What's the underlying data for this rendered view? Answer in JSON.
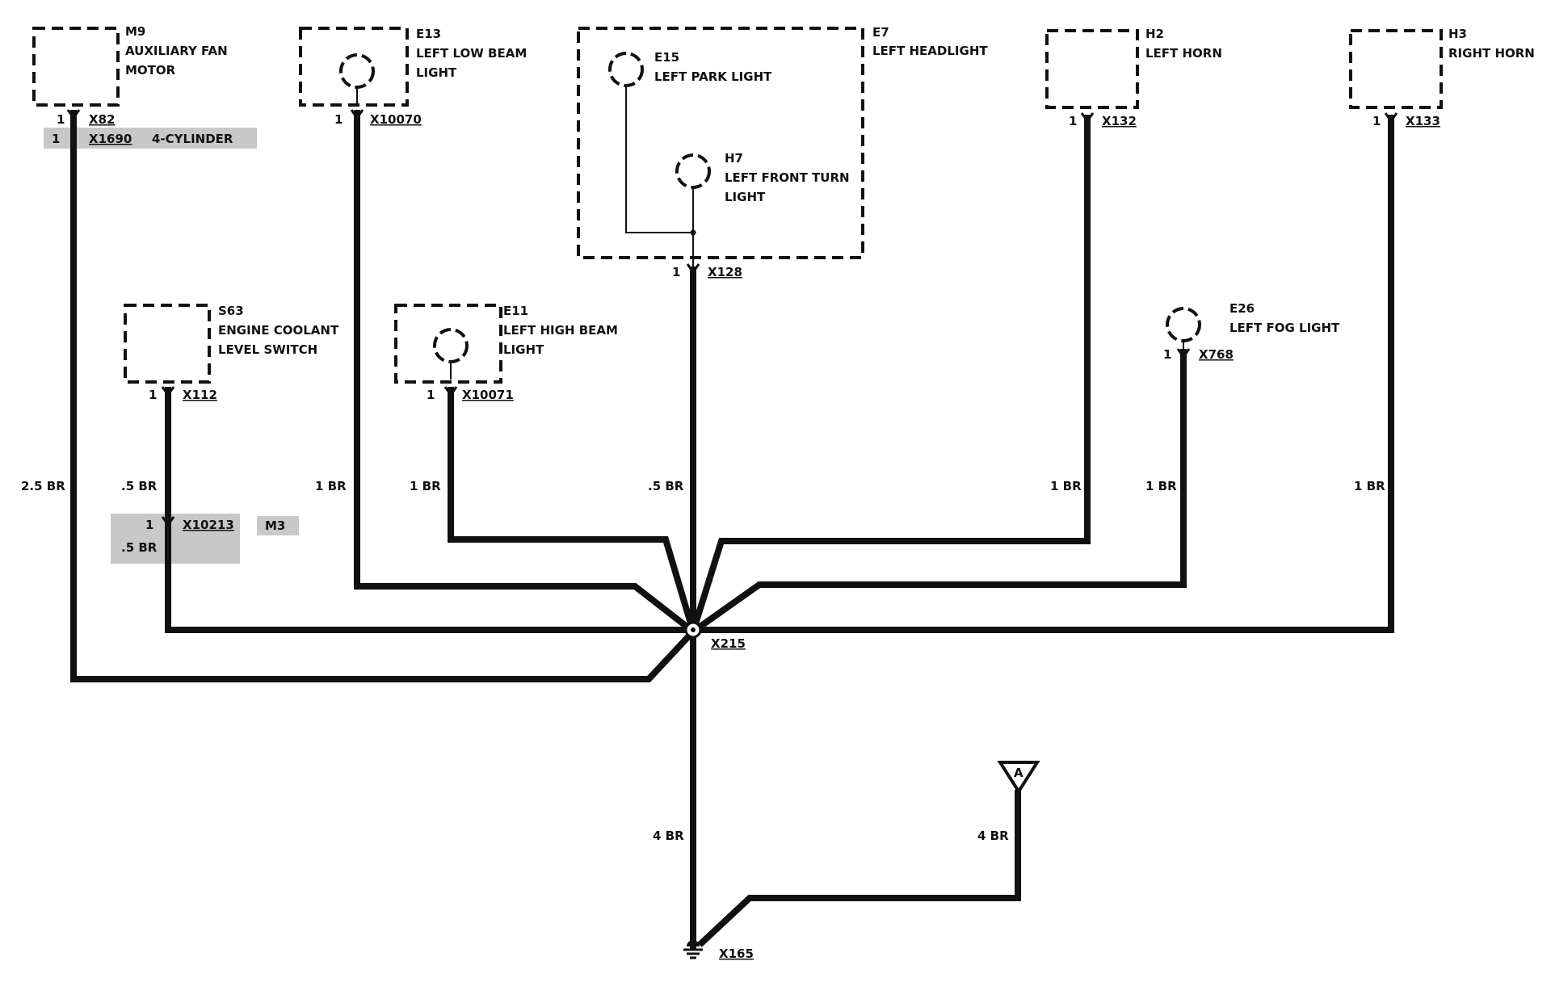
{
  "components": {
    "m9": {
      "id": "M9",
      "line1": "AUXILIARY FAN",
      "line2": "MOTOR"
    },
    "e13": {
      "id": "E13",
      "line1": "LEFT LOW BEAM",
      "line2": "LIGHT"
    },
    "e7": {
      "id": "E7",
      "line1": "LEFT HEADLIGHT"
    },
    "e15": {
      "id": "E15",
      "line1": "LEFT PARK LIGHT"
    },
    "h7": {
      "id": "H7",
      "line1": "LEFT FRONT TURN",
      "line2": "LIGHT"
    },
    "h2": {
      "id": "H2",
      "line1": "LEFT HORN"
    },
    "h3": {
      "id": "H3",
      "line1": "RIGHT HORN"
    },
    "s63": {
      "id": "S63",
      "line1": "ENGINE COOLANT",
      "line2": "LEVEL SWITCH"
    },
    "e11": {
      "id": "E11",
      "line1": "LEFT HIGH BEAM",
      "line2": "LIGHT"
    },
    "e26": {
      "id": "E26",
      "line1": "LEFT FOG LIGHT"
    }
  },
  "connectors": {
    "x82": {
      "pin": "1",
      "name": "X82"
    },
    "x1690": {
      "pin": "1",
      "name": "X1690",
      "note": "4-CYLINDER"
    },
    "x10070": {
      "pin": "1",
      "name": "X10070"
    },
    "x128": {
      "pin": "1",
      "name": "X128"
    },
    "x132": {
      "pin": "1",
      "name": "X132"
    },
    "x133": {
      "pin": "1",
      "name": "X133"
    },
    "x112": {
      "pin": "1",
      "name": "X112"
    },
    "x10071": {
      "pin": "1",
      "name": "X10071"
    },
    "x768": {
      "pin": "1",
      "name": "X768"
    },
    "x10213": {
      "pin": "1",
      "name": "X10213",
      "note": "M3"
    },
    "x215": {
      "name": "X215"
    },
    "x165": {
      "name": "X165"
    }
  },
  "wires": {
    "m9": "2.5 BR",
    "s63": ".5 BR",
    "s63_lower": ".5 BR",
    "e13": "1 BR",
    "e11": "1 BR",
    "e7": ".5 BR",
    "h2": "1 BR",
    "e26": "1 BR",
    "h3": "1 BR",
    "ground": "4 BR",
    "ref_a": "4 BR"
  },
  "reference_symbol": "A"
}
